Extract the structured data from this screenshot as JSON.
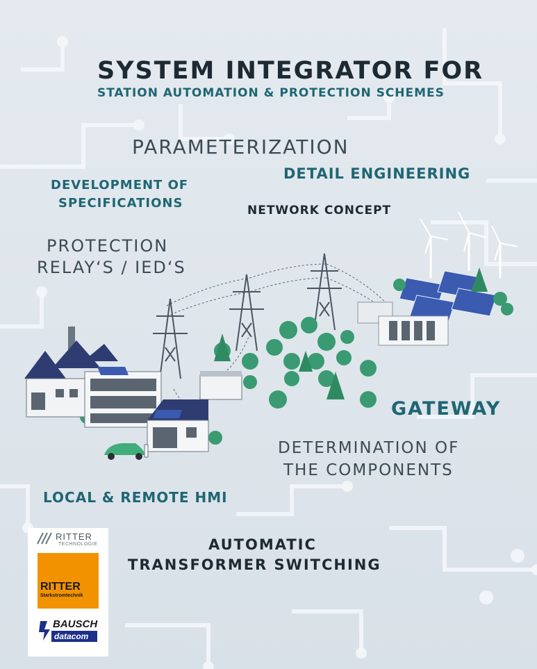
{
  "title": {
    "line1": "SYSTEM INTEGRATOR FOR",
    "line2": "STATION AUTOMATION & PROTECTION SCHEMES"
  },
  "labels": {
    "parameterization": "PARAMETERIZATION",
    "detail_engineering": "DETAIL ENGINEERING",
    "development_line1": "DEVELOPMENT OF",
    "development_line2": "SPECIFICATIONS",
    "network_concept": "NETWORK CONCEPT",
    "protection_line1": "PROTECTION",
    "protection_line2": "RELAY‘S / IED‘S",
    "gateway": "GATEWAY",
    "determination_line1": "DETERMINATION OF",
    "determination_line2": "THE COMPONENTS",
    "hmi": "LOCAL & REMOTE HMI",
    "switching_line1": "AUTOMATIC",
    "switching_line2": "TRANSFORMER SWITCHING"
  },
  "logos": {
    "ritter_technologie_name": "RITTER",
    "ritter_technologie_sub": "TECHNOLOGIE",
    "ritter_stark_name": "RITTER",
    "ritter_stark_sub": "Starkstromtechnik",
    "bausch_name": "BAUSCH",
    "bausch_sub": "datacom"
  },
  "colors": {
    "background": "#e1e7ed",
    "title_dark": "#1e2a33",
    "accent_teal": "#1f6673",
    "ritter_orange": "#f39200",
    "bausch_blue": "#1d2f8a",
    "tree_green": "#3a9a72",
    "solar_blue": "#3a5bb0"
  }
}
